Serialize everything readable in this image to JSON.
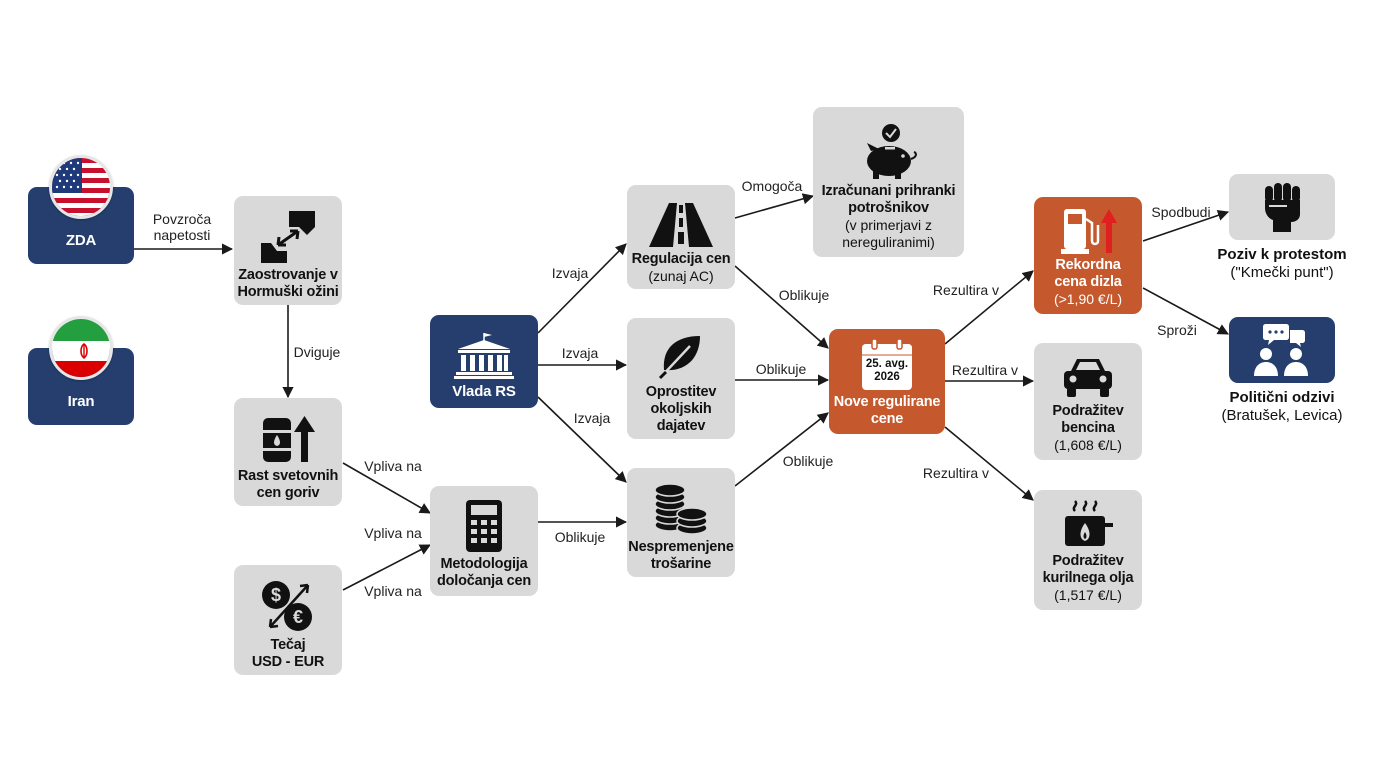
{
  "nodes": {
    "zda": {
      "label": "ZDA"
    },
    "iran": {
      "label": "Iran"
    },
    "hormuz": {
      "line1": "Zaostrovanje v",
      "line2": "Hormuški ožini"
    },
    "rast": {
      "line1": "Rast svetovnih",
      "line2": "cen goriv"
    },
    "tecaj": {
      "line1": "Tečaj",
      "line2": "USD - EUR"
    },
    "metodologija": {
      "line1": "Metodologija",
      "line2": "določanja cen"
    },
    "vlada": {
      "label": "Vlada RS"
    },
    "regulacija": {
      "line1": "Regulacija cen",
      "line2": "(zunaj AC)"
    },
    "oprostitev": {
      "line1": "Oprostitev",
      "line2": "okoljskih",
      "line3": "dajatev"
    },
    "trosarine": {
      "line1": "Nespremenjene",
      "line2": "trošarine"
    },
    "prihranki": {
      "line1": "Izračunani prihranki",
      "line2": "potrošnikov",
      "line3": "(v primerjavi z",
      "line4": "nereguliranimi)"
    },
    "nove": {
      "date_line1": "25. avg.",
      "date_line2": "2026",
      "line1": "Nove regulirane",
      "line2": "cene"
    },
    "dizel": {
      "line1": "Rekordna",
      "line2": "cena dizla",
      "line3": "(>1,90 €/L)"
    },
    "bencin": {
      "line1": "Podražitev",
      "line2": "bencina",
      "line3": "(1,608 €/L)"
    },
    "kurilno": {
      "line1": "Podražitev",
      "line2": "kurilnega olja",
      "line3": "(1,517 €/L)"
    },
    "protest": {
      "line1": "Poziv k protestom",
      "line2": "(\"Kmečki punt\")"
    },
    "odzivi": {
      "line1": "Politični odzivi",
      "line2": "(Bratušek, Levica)"
    }
  },
  "edges": {
    "zda_hormuz": {
      "line1": "Povzroča",
      "line2": "napetosti"
    },
    "hormuz_rast": "Dviguje",
    "rast_met": "Vpliva na",
    "tecaj_met_1": "Vpliva na",
    "tecaj_met_2": "Vpliva na",
    "met_tros": "Oblikuje",
    "vlada_reg": "Izvaja",
    "vlada_opr": "Izvaja",
    "vlada_tros": "Izvaja",
    "reg_prih": "Omogoča",
    "reg_nove": "Oblikuje",
    "opr_nove": "Oblikuje",
    "tros_nove": "Oblikuje",
    "nove_dizel": "Rezultira v",
    "nove_bencin": "Rezultira v",
    "nove_kurilno": "Rezultira v",
    "dizel_protest": "Spodbudi",
    "dizel_odzivi": "Sproži"
  },
  "colors": {
    "navy": "#253e6e",
    "orange": "#c5592d",
    "grey": "#d9d9d9",
    "arrow": "#1a1a1a",
    "up_arrow_red": "#e02020"
  },
  "icons": {
    "zda": "usa-flag-icon",
    "iran": "iran-flag-icon",
    "hormuz": "strait-arrows-icon",
    "rast": "oil-barrel-up-icon",
    "tecaj": "currency-exchange-icon",
    "metodologija": "calculator-icon",
    "vlada": "government-building-icon",
    "regulacija": "road-icon",
    "oprostitev": "leaf-icon",
    "trosarine": "coin-stacks-icon",
    "prihranki": "piggy-bank-icon",
    "nove": "calendar-icon",
    "dizel": "fuel-pump-up-icon",
    "bencin": "car-icon",
    "kurilno": "heating-oil-icon",
    "protest": "raised-fist-icon",
    "odzivi": "discussion-people-icon"
  }
}
